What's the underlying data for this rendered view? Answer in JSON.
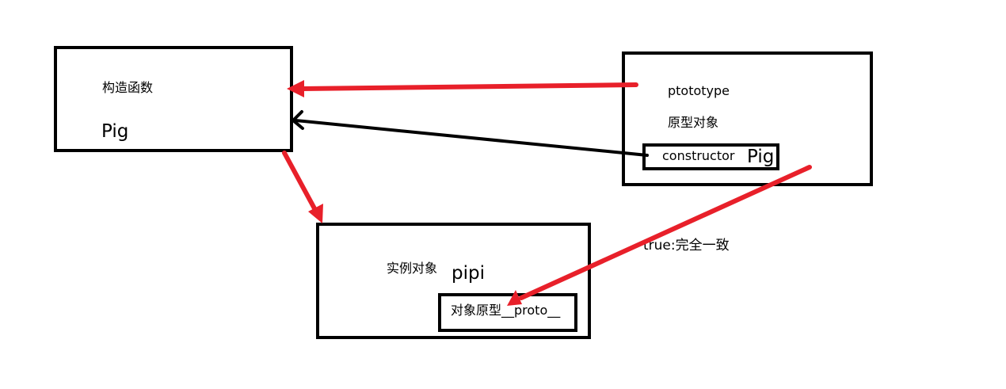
{
  "constructor_box": {
    "title": "构造函数",
    "name": "Pig"
  },
  "prototype_box": {
    "title": "ptototype",
    "subtitle": "原型对象",
    "constructor_label": "constructor",
    "constructor_value": "Pig"
  },
  "instance_box": {
    "title": "实例对象",
    "name": "pipi",
    "proto_label": "对象原型__proto__"
  },
  "annotation": {
    "text": "true:完全一致"
  },
  "colors": {
    "arrow_red": "#e8202a",
    "arrow_black": "#000000",
    "border": "#000000"
  }
}
